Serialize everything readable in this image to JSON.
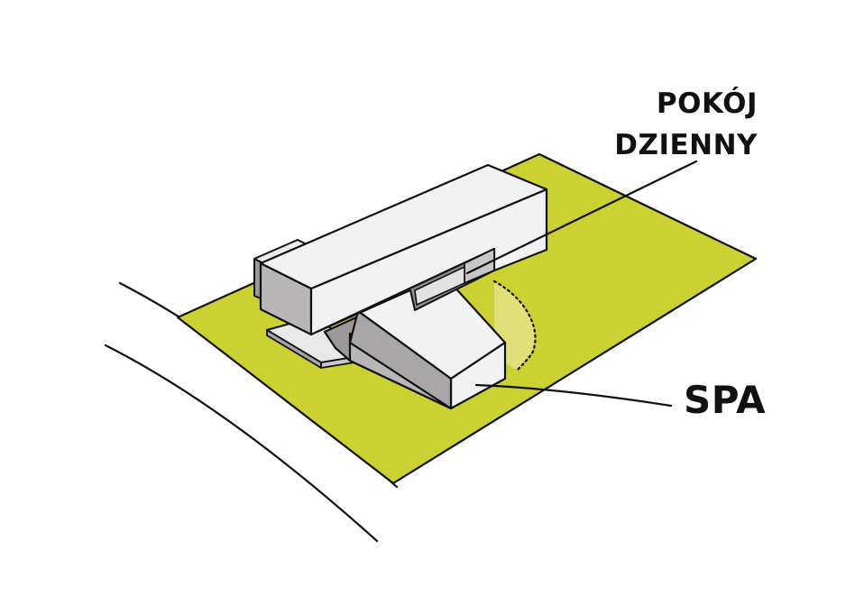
{
  "labels": {
    "living_room_line1": "POKÓJ",
    "living_room_line2": "DZIENNY",
    "spa": "SPA"
  },
  "colors": {
    "lawn": "#cbd131",
    "lawn_highlight": "#dfe07a",
    "building_top": "#f2f2f2",
    "building_side": "#b9b6b8",
    "building_dark": "#9c999b",
    "ink": "#111111"
  }
}
